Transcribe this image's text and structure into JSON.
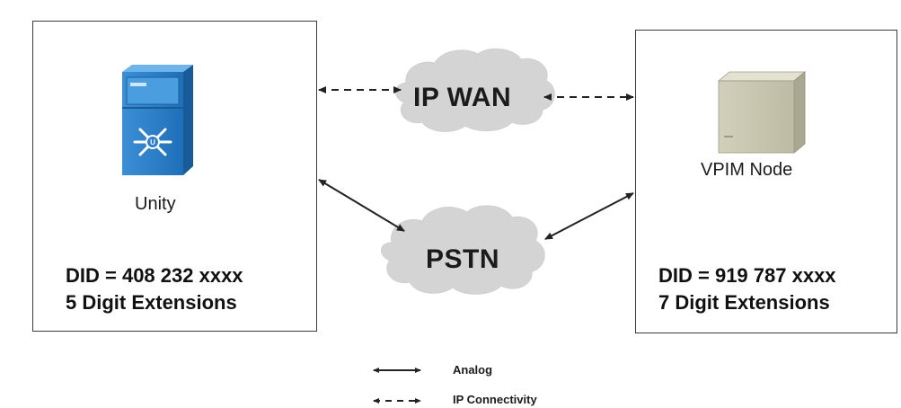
{
  "nodes": {
    "left": {
      "device_label": "Unity",
      "did": "DID = 408 232 xxxx",
      "extensions": "5 Digit Extensions"
    },
    "right": {
      "device_label": "VPIM Node",
      "did": "DID = 919 787 xxxx",
      "extensions": "7 Digit Extensions"
    }
  },
  "clouds": {
    "top": "IP WAN",
    "bottom": "PSTN"
  },
  "legend": {
    "solid": "Analog",
    "dashed": "IP Connectivity"
  },
  "colors": {
    "cloud": "#d4d4d4",
    "unity_server": "#2f7fc8",
    "vpim_server": "#c9c7b0",
    "line": "#222222"
  },
  "icons": {
    "unity": "unity-server-icon",
    "vpim": "vpim-server-icon"
  }
}
